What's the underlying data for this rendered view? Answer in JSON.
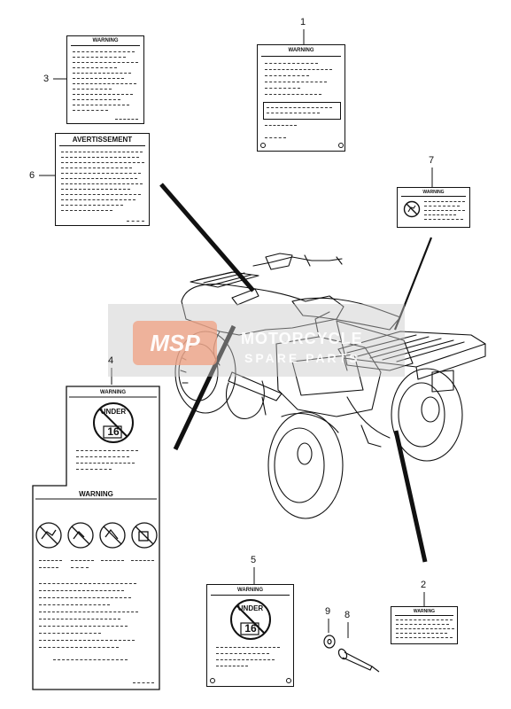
{
  "callouts": {
    "n1": "1",
    "n2": "2",
    "n3": "3",
    "n4": "4",
    "n5": "5",
    "n6": "6",
    "n7": "7",
    "n8": "8",
    "n9": "9"
  },
  "labels": {
    "warning": "WARNING",
    "avertissement": "AVERTISSEMENT",
    "under": "UNDER",
    "age": "16"
  },
  "watermark": {
    "brand": "MSP",
    "line1": "MOTORCYCLE",
    "line2": "SPARE PARTS"
  }
}
